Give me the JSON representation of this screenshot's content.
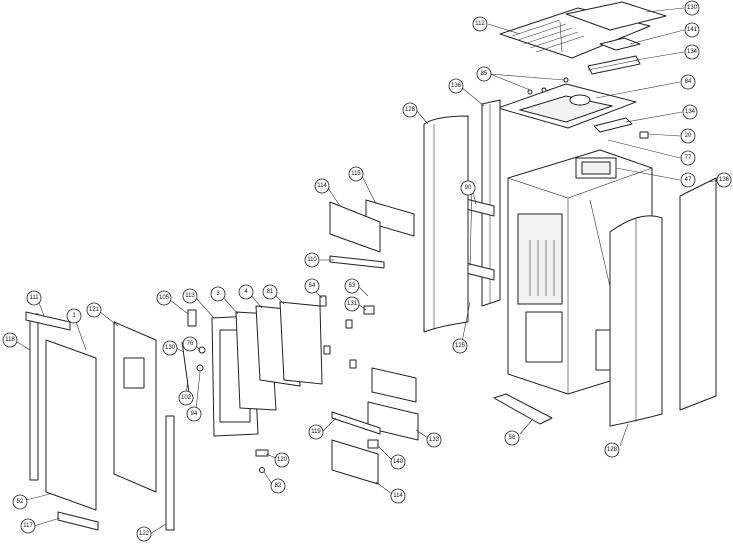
{
  "diagram": {
    "callouts": [
      {
        "id": "c112",
        "label": "112"
      },
      {
        "id": "c130",
        "label": "130"
      },
      {
        "id": "c141",
        "label": "141"
      },
      {
        "id": "c134a",
        "label": "134"
      },
      {
        "id": "c85",
        "label": "85"
      },
      {
        "id": "c84",
        "label": "84"
      },
      {
        "id": "c134b",
        "label": "134"
      },
      {
        "id": "c20",
        "label": "20"
      },
      {
        "id": "c77",
        "label": "77"
      },
      {
        "id": "c47",
        "label": "47"
      },
      {
        "id": "c136a",
        "label": "136"
      },
      {
        "id": "c128a",
        "label": "128"
      },
      {
        "id": "c136b",
        "label": "136"
      },
      {
        "id": "c115",
        "label": "115"
      },
      {
        "id": "c114a",
        "label": "114"
      },
      {
        "id": "c90",
        "label": "90"
      },
      {
        "id": "c110",
        "label": "110"
      },
      {
        "id": "c54",
        "label": "54"
      },
      {
        "id": "c53",
        "label": "53"
      },
      {
        "id": "c131",
        "label": "131"
      },
      {
        "id": "c125",
        "label": "125"
      },
      {
        "id": "c111",
        "label": "111"
      },
      {
        "id": "c1",
        "label": "1"
      },
      {
        "id": "c121",
        "label": "121"
      },
      {
        "id": "c118",
        "label": "118"
      },
      {
        "id": "c105",
        "label": "105"
      },
      {
        "id": "c113",
        "label": "113"
      },
      {
        "id": "c3",
        "label": "3"
      },
      {
        "id": "c4",
        "label": "4"
      },
      {
        "id": "c81",
        "label": "81"
      },
      {
        "id": "c76",
        "label": "76"
      },
      {
        "id": "c130b",
        "label": "130"
      },
      {
        "id": "c102",
        "label": "102"
      },
      {
        "id": "c94",
        "label": "94"
      },
      {
        "id": "c119",
        "label": "119"
      },
      {
        "id": "c133",
        "label": "133"
      },
      {
        "id": "c140",
        "label": "140"
      },
      {
        "id": "c114b",
        "label": "114"
      },
      {
        "id": "c58",
        "label": "58"
      },
      {
        "id": "c128b",
        "label": "128"
      },
      {
        "id": "c120",
        "label": "120"
      },
      {
        "id": "c82",
        "label": "82"
      },
      {
        "id": "c52",
        "label": "52"
      },
      {
        "id": "c117",
        "label": "117"
      },
      {
        "id": "c122",
        "label": "122"
      }
    ]
  }
}
